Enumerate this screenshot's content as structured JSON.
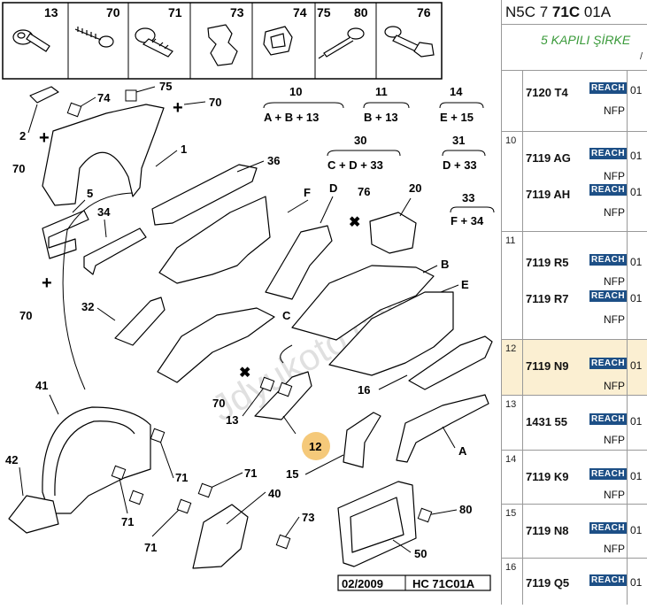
{
  "header": {
    "code_prefix": "N5C 7 ",
    "code_bold": "71C",
    "code_suffix": " 01A",
    "subtitle": "5 KAPILI ŞİRKE",
    "subtitle_tail": "/"
  },
  "icons_row": [
    {
      "num": "13",
      "icon": "push-clip-icon"
    },
    {
      "num": "70",
      "icon": "screw-icon"
    },
    {
      "num": "71",
      "icon": "expansion-clip-icon"
    },
    {
      "num": "73",
      "icon": "spring-clip-icon"
    },
    {
      "num": "74",
      "icon": "retainer-clip-icon"
    },
    {
      "num": "75",
      "icon": "rivet-icon"
    },
    {
      "num": "80",
      "icon": "rivet-icon"
    },
    {
      "num": "76",
      "icon": "bolt-icon"
    }
  ],
  "formulas": [
    {
      "num": "10",
      "expr": "A + B + 13"
    },
    {
      "num": "11",
      "expr": "B + 13"
    },
    {
      "num": "14",
      "expr": "E + 15"
    },
    {
      "num": "30",
      "expr": "C + D + 33"
    },
    {
      "num": "31",
      "expr": "D + 33"
    },
    {
      "num": "33",
      "expr": "F + 34"
    }
  ],
  "callouts": [
    "74",
    "75",
    "70",
    "2",
    "70",
    "1",
    "36",
    "F",
    "D",
    "76",
    "20",
    "5",
    "34",
    "70",
    "B",
    "E",
    "32",
    "C",
    "41",
    "16",
    "70",
    "13",
    "12",
    "15",
    "A",
    "42",
    "71",
    "71",
    "40",
    "71",
    "71",
    "73",
    "80",
    "50"
  ],
  "highlighted_callout": "12",
  "watermark": "Jdyukoto.com",
  "footer": {
    "date": "02/2009",
    "ref": "HC 71C01A"
  },
  "parts": [
    {
      "idx": "",
      "entries": [
        {
          "pn": "7120 T4",
          "badge": "REACH",
          "qty": "01",
          "nfp": "NFP"
        }
      ]
    },
    {
      "idx": "10",
      "entries": [
        {
          "pn": "7119 AG",
          "badge": "REACH",
          "qty": "01",
          "nfp": "NFP"
        },
        {
          "pn": "7119 AH",
          "badge": "REACH",
          "qty": "01",
          "nfp": "NFP"
        }
      ]
    },
    {
      "idx": "11",
      "entries": [
        {
          "pn": "7119 R5",
          "badge": "REACH",
          "qty": "01",
          "nfp": "NFP"
        },
        {
          "pn": "7119 R7",
          "badge": "REACH",
          "qty": "01",
          "nfp": "NFP"
        }
      ]
    },
    {
      "idx": "12",
      "entries": [
        {
          "pn": "7119 N9",
          "badge": "REACH",
          "qty": "01",
          "nfp": "NFP"
        }
      ],
      "highlight": true
    },
    {
      "idx": "13",
      "entries": [
        {
          "pn": "1431 55",
          "badge": "REACH",
          "qty": "01",
          "nfp": "NFP"
        }
      ]
    },
    {
      "idx": "14",
      "entries": [
        {
          "pn": "7119 K9",
          "badge": "REACH",
          "qty": "01",
          "nfp": "NFP"
        }
      ]
    },
    {
      "idx": "15",
      "entries": [
        {
          "pn": "7119 N8",
          "badge": "REACH",
          "qty": "01",
          "nfp": "NFP"
        }
      ]
    },
    {
      "idx": "16",
      "entries": [
        {
          "pn": "7119 Q5",
          "badge": "REACH",
          "qty": "01",
          "nfp": ""
        }
      ]
    }
  ],
  "colors": {
    "reach_badge": "#1d4f86",
    "highlight_row": "#fbefd2",
    "highlight_callout": "#f5c97a",
    "subtitle_green": "#3a9a3a"
  }
}
